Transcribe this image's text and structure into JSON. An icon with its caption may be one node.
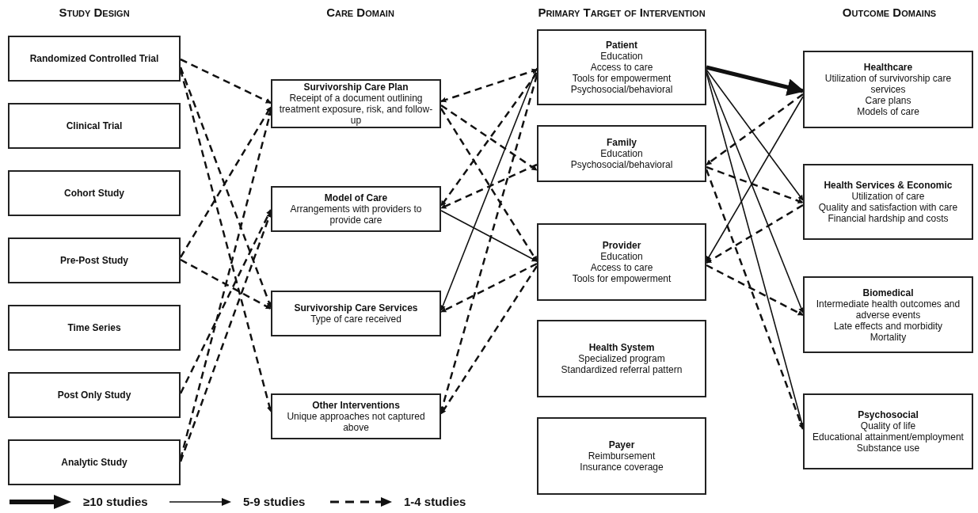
{
  "diagram": {
    "nodes": [
      {
        "text": [
          "Randomized Controlled Trial"
        ]
      },
      {
        "text": [
          "Clinical Trial"
        ]
      },
      {
        "text": [
          "Cohort Study"
        ]
      },
      {
        "text": [
          "Pre-Post Study"
        ]
      },
      {
        "text": [
          "Time Series"
        ]
      },
      {
        "text": [
          "Post Only Study"
        ]
      },
      {
        "text": [
          "Analytic Study"
        ]
      },
      {
        "text": [
          "Survivorship Care Plan",
          "Receipt of a document outlining treatment exposure, risk, and follow-up"
        ]
      },
      {
        "text": [
          "Model of Care",
          "Arrangements with providers to provide care"
        ]
      },
      {
        "text": [
          "Survivorship Care Services",
          "Type of care received"
        ]
      },
      {
        "text": [
          "Other Interventions",
          "Unique approaches not captured above"
        ]
      },
      {
        "text": [
          "Patient",
          "Education",
          "Access to care",
          "Tools for empowerment",
          "Psychosocial/behavioral"
        ]
      },
      {
        "text": [
          "Family",
          "Education",
          "Psychosocial/behavioral"
        ]
      },
      {
        "text": [
          "Provider",
          "Education",
          "Access to care",
          "Tools for empowerment"
        ]
      },
      {
        "text": [
          "Health System",
          "Specialized program",
          "Standardized referral pattern"
        ]
      },
      {
        "text": [
          "Payer",
          "Reimbursement",
          "Insurance coverage"
        ]
      },
      {
        "text": [
          "Healthcare",
          "Utilization of survivorship care services",
          "Care plans",
          "Models of care"
        ]
      },
      {
        "text": [
          "Health Services & Economic",
          "Utilization of care",
          "Quality and satisfaction with care",
          "Financial hardship and costs"
        ]
      },
      {
        "text": [
          "Biomedical",
          "Intermediate health outcomes and adverse events",
          "Late effects and morbidity",
          "Mortality"
        ]
      },
      {
        "text": [
          "Psychosocial",
          "Quality of life",
          "Educational attainment/employment",
          "Substance use"
        ]
      }
    ],
    "edges": [
      {
        "from": 0,
        "to": 7,
        "arrow": "to",
        "style": "dashed"
      },
      {
        "from": 0,
        "to": 9,
        "arrow": "to",
        "style": "dashed"
      },
      {
        "from": 0,
        "to": 10,
        "arrow": "to",
        "style": "dashed"
      },
      {
        "from": 3,
        "to": 7,
        "arrow": "to",
        "style": "dashed"
      },
      {
        "from": 3,
        "to": 9,
        "arrow": "to",
        "style": "dashed"
      },
      {
        "from": 5,
        "to": 8,
        "arrow": "to",
        "style": "dashed"
      },
      {
        "from": 6,
        "to": 7,
        "arrow": "to",
        "style": "dashed"
      },
      {
        "from": 6,
        "to": 8,
        "arrow": "to",
        "style": "dashed"
      },
      {
        "from": 7,
        "to": 11,
        "arrow": "both",
        "style": "dashed"
      },
      {
        "from": 7,
        "to": 12,
        "arrow": "to",
        "style": "dashed"
      },
      {
        "from": 7,
        "to": 13,
        "arrow": "to",
        "style": "dashed"
      },
      {
        "from": 11,
        "to": 8,
        "arrow": "to",
        "style": "dashed"
      },
      {
        "from": 12,
        "to": 8,
        "arrow": "to",
        "style": "dashed"
      },
      {
        "from": 8,
        "to": 13,
        "arrow": "to"
      },
      {
        "from": 11,
        "to": 9,
        "arrow": "to"
      },
      {
        "from": 13,
        "to": 9,
        "arrow": "to",
        "style": "dashed"
      },
      {
        "from": 11,
        "to": 10,
        "arrow": "to",
        "style": "dashed"
      },
      {
        "from": 13,
        "to": 10,
        "arrow": "to",
        "style": "dashed"
      },
      {
        "from": 11,
        "to": 16,
        "arrow": "to",
        "style": "thick"
      },
      {
        "from": 11,
        "to": 17,
        "arrow": "to"
      },
      {
        "from": 11,
        "to": 18,
        "arrow": "to"
      },
      {
        "from": 11,
        "to": 19,
        "arrow": "to"
      },
      {
        "from": 16,
        "to": 12,
        "arrow": "to",
        "style": "dashed"
      },
      {
        "from": 12,
        "to": 17,
        "arrow": "to",
        "style": "dashed"
      },
      {
        "from": 12,
        "to": 19,
        "arrow": "to",
        "style": "dashed"
      },
      {
        "from": 16,
        "to": 13,
        "arrow": "to"
      },
      {
        "from": 17,
        "to": 13,
        "arrow": "to",
        "style": "dashed"
      },
      {
        "from": 13,
        "to": 18,
        "arrow": "to",
        "style": "dashed"
      }
    ],
    "labels": [
      "Study Design",
      "Care Domain",
      "Primary Target of Intervention",
      "Outcome Domains"
    ],
    "legend": [
      {
        "text": "≥10 studies"
      },
      {
        "text": "5-9 studies"
      },
      {
        "text": "1-4 studies"
      }
    ]
  }
}
